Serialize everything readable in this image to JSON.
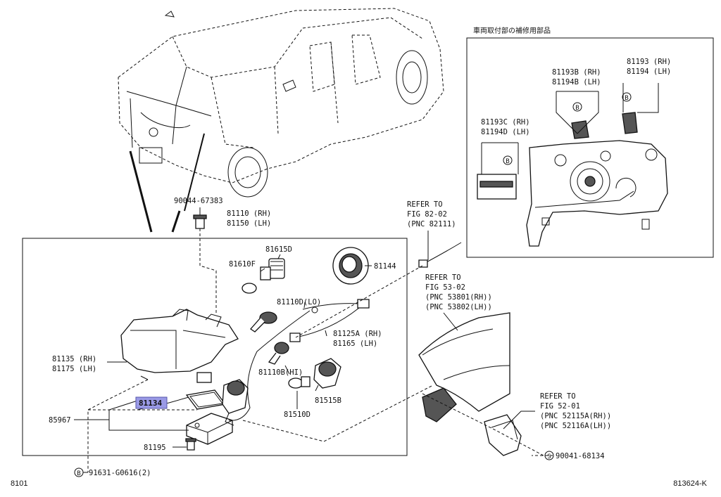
{
  "inset": {
    "title": "車両取付部の補修用部品"
  },
  "labels": {
    "p90044": "90044-67383",
    "p81110rh": "81110 (RH)",
    "p81150lh": "81150 (LH)",
    "p81615d": "81615D",
    "p81610f": "81610F",
    "p81144": "81144",
    "p81110d": "81110D(LO)",
    "p81125a": "81125A (RH)",
    "p81165": "81165  (LH)",
    "p81135": "81135 (RH)",
    "p81175": "81175 (LH)",
    "p81134": "81134",
    "p85967": "85967",
    "p81110b": "81110B(HI)",
    "p81515b": "81515B",
    "p81510d": "81510D",
    "p81195": "81195",
    "p91631": "91631-G0616(2)",
    "p90041": "90041-68134",
    "ref82_1": "REFER TO",
    "ref82_2": "FIG 82-02",
    "ref82_3": "(PNC 82111)",
    "ref53_1": "REFER TO",
    "ref53_2": "FIG 53-02",
    "ref53_3": "(PNC 53801(RH))",
    "ref53_4": "(PNC 53802(LH))",
    "ref52_1": "REFER TO",
    "ref52_2": "FIG 52-01",
    "ref52_3": "(PNC 52115A(RH))",
    "ref52_4": "(PNC 52116A(LH))",
    "i81193b": "81193B (RH)",
    "i81194b": "81194B (LH)",
    "i81193": "81193 (RH)",
    "i81194": "81194 (LH)",
    "i81193c": "81193C (RH)",
    "i81194d": "81194D (LH)",
    "callout_b": "B",
    "callout_s": "S"
  },
  "corner": {
    "left": "8101",
    "right": "813624-K"
  },
  "colors": {
    "highlight": "#9a9ae6",
    "ink": "#111111"
  }
}
